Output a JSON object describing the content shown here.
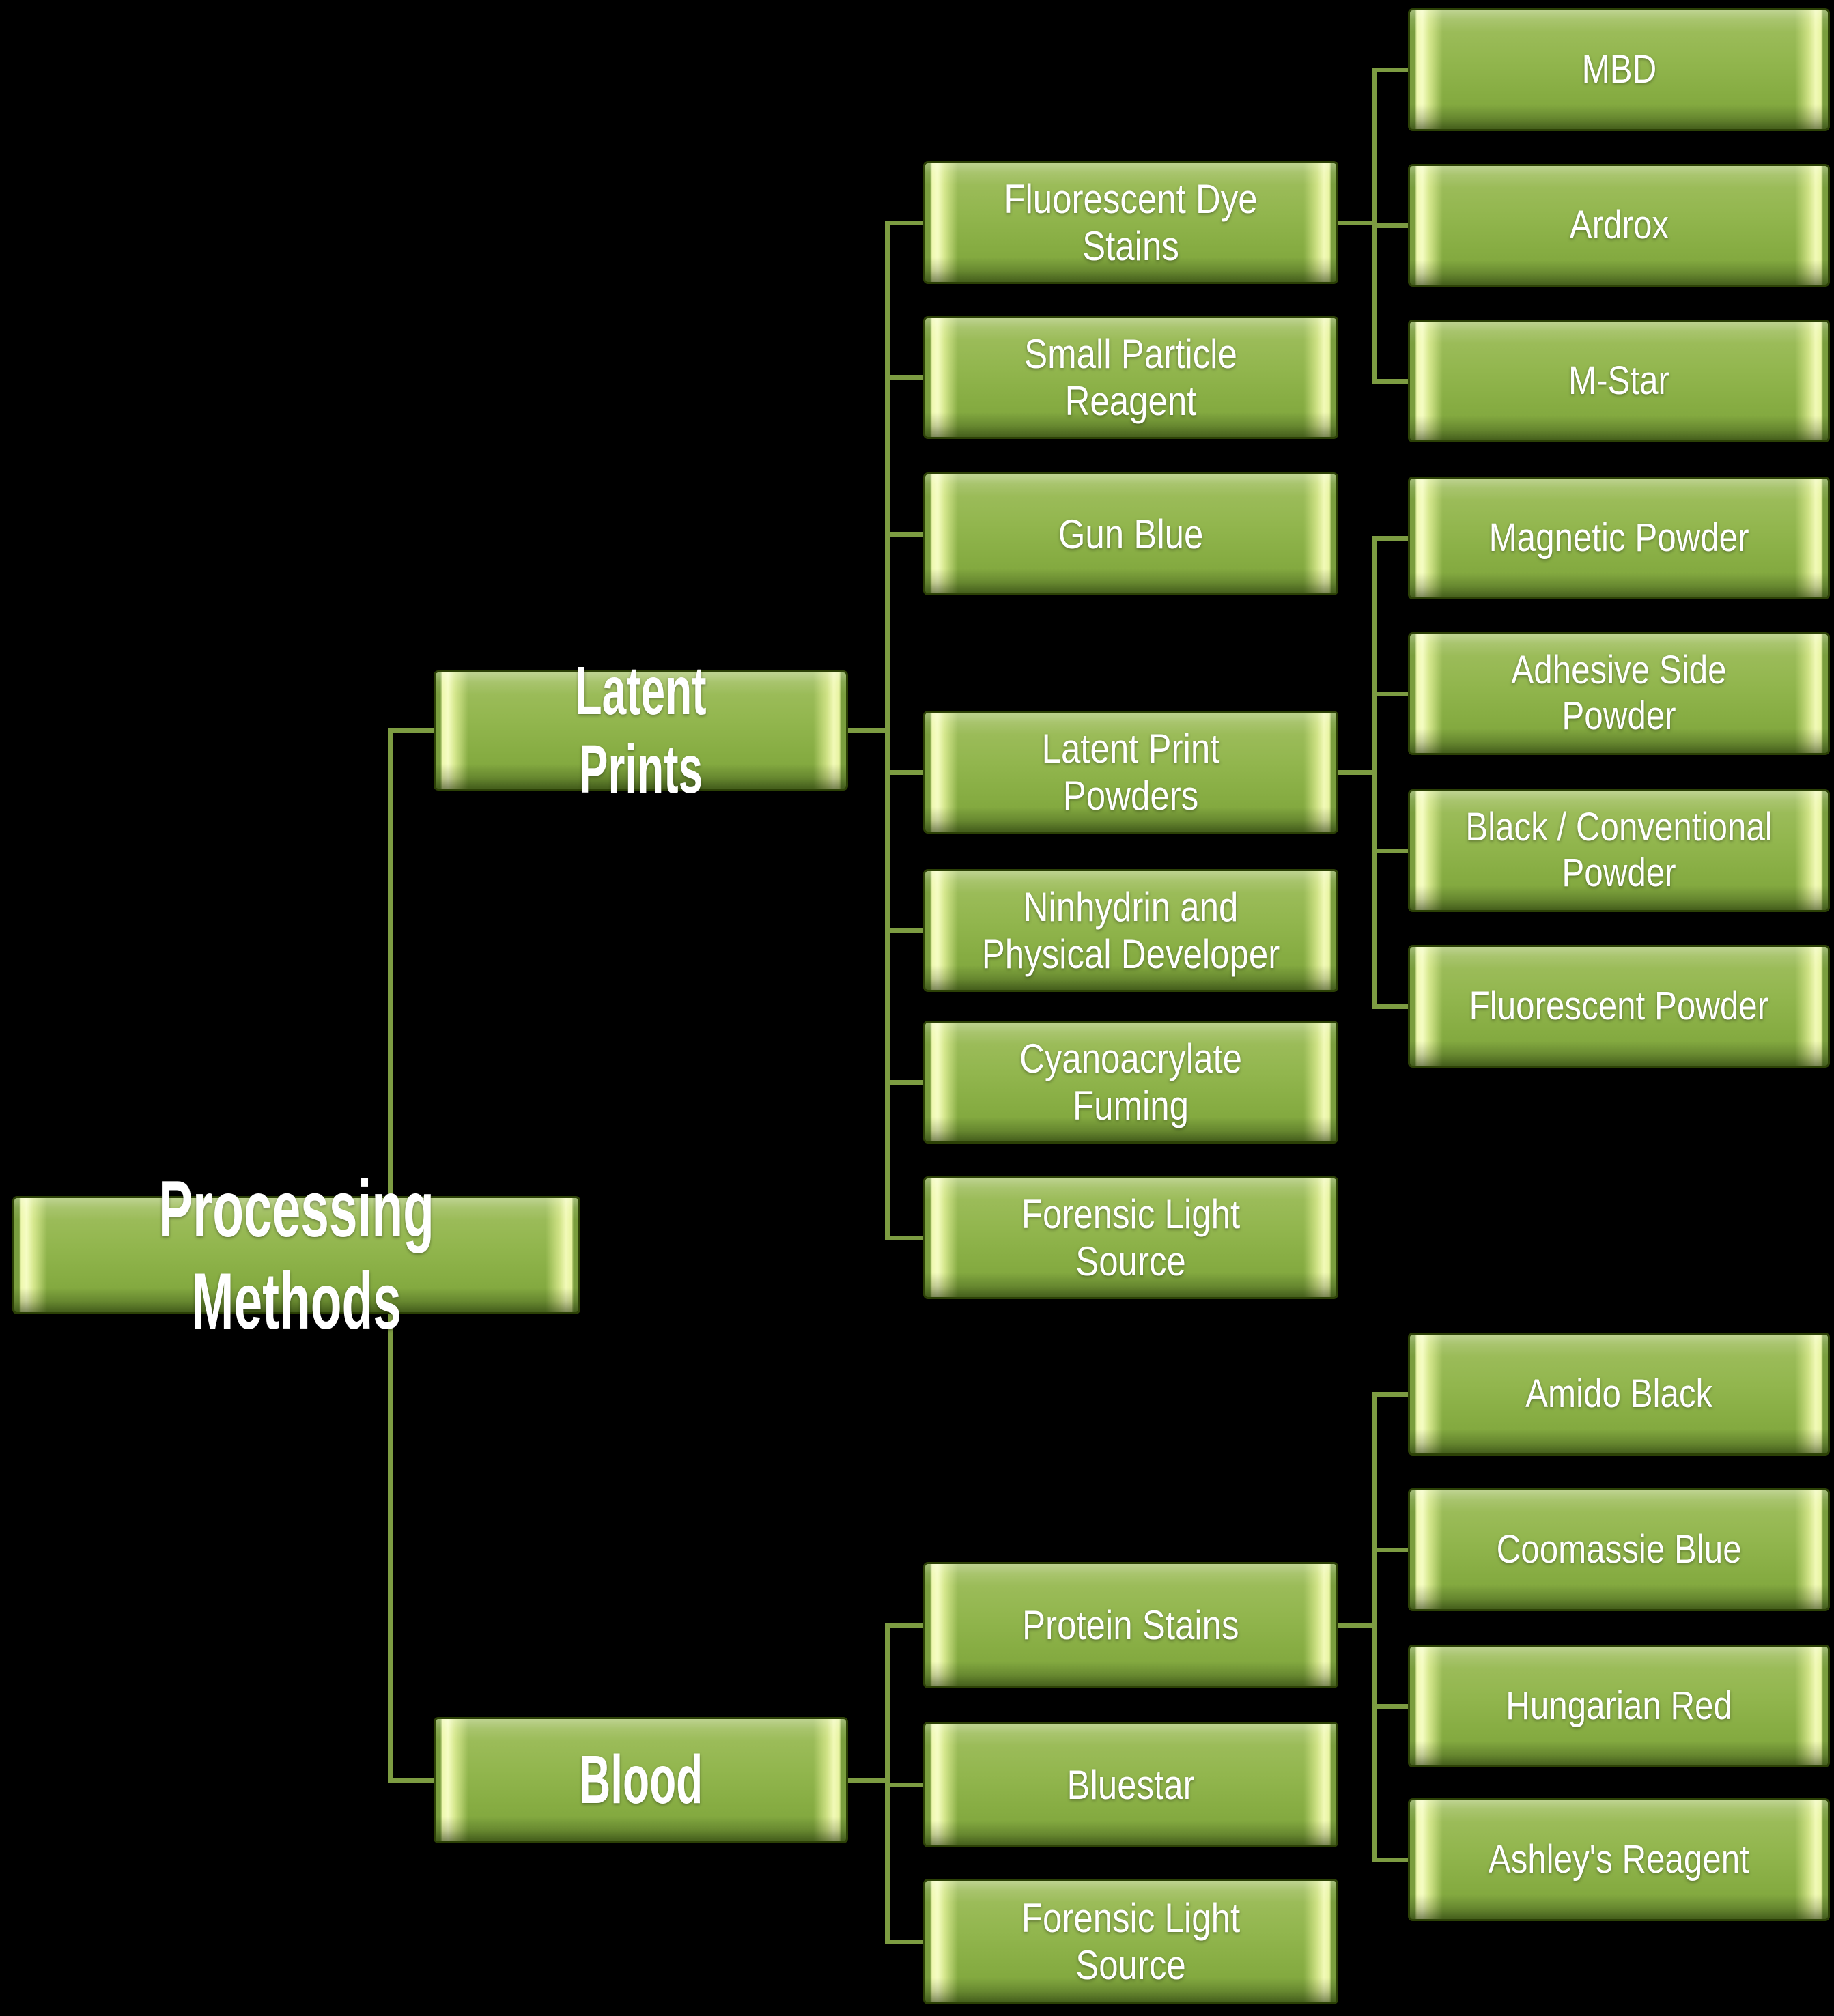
{
  "nodes": {
    "root": "Processing Methods",
    "latent_prints": "Latent Prints",
    "blood": "Blood",
    "fluorescent_dye_stains": "Fluorescent Dye Stains",
    "small_particle_reagent": "Small Particle Reagent",
    "gun_blue": "Gun Blue",
    "latent_print_powders": "Latent Print Powders",
    "ninhydrin_physical_developer": "Ninhydrin and Physical Developer",
    "cyanoacrylate_fuming": "Cyanoacrylate Fuming",
    "forensic_light_source_latent": "Forensic Light Source",
    "mbd": "MBD",
    "ardrox": "Ardrox",
    "m_star": "M-Star",
    "magnetic_powder": "Magnetic Powder",
    "adhesive_side_powder": "Adhesive Side Powder",
    "black_conventional_powder": "Black / Conventional Powder",
    "fluorescent_powder": "Fluorescent Powder",
    "protein_stains": "Protein Stains",
    "bluestar": "Bluestar",
    "forensic_light_source_blood": "Forensic Light Source",
    "amido_black": "Amido Black",
    "coomassie_blue": "Coomassie Blue",
    "hungarian_red": "Hungarian Red",
    "ashleys_reagent": "Ashley's Reagent"
  },
  "hierarchy": {
    "label": "Processing Methods",
    "children": [
      {
        "label": "Latent Prints",
        "children": [
          {
            "label": "Fluorescent Dye Stains",
            "children": [
              {
                "label": "MBD"
              },
              {
                "label": "Ardrox"
              },
              {
                "label": "M-Star"
              }
            ]
          },
          {
            "label": "Small Particle Reagent"
          },
          {
            "label": "Gun Blue"
          },
          {
            "label": "Latent Print Powders",
            "children": [
              {
                "label": "Magnetic Powder"
              },
              {
                "label": "Adhesive Side Powder"
              },
              {
                "label": "Black / Conventional Powder"
              },
              {
                "label": "Fluorescent Powder"
              }
            ]
          },
          {
            "label": "Ninhydrin and Physical Developer"
          },
          {
            "label": "Cyanoacrylate Fuming"
          },
          {
            "label": "Forensic Light Source"
          }
        ]
      },
      {
        "label": "Blood",
        "children": [
          {
            "label": "Protein Stains",
            "children": [
              {
                "label": "Amido Black"
              },
              {
                "label": "Coomassie Blue"
              },
              {
                "label": "Hungarian Red"
              },
              {
                "label": "Ashley's Reagent"
              }
            ]
          },
          {
            "label": "Bluestar"
          },
          {
            "label": "Forensic Light Source"
          }
        ]
      }
    ]
  },
  "colors": {
    "background": "#000000",
    "box_face": "#8fb44c",
    "box_bevel_highlight": "#f2fab8",
    "box_border": "#2c4106",
    "connector": "#7d9c42",
    "text": "#ffffff"
  }
}
